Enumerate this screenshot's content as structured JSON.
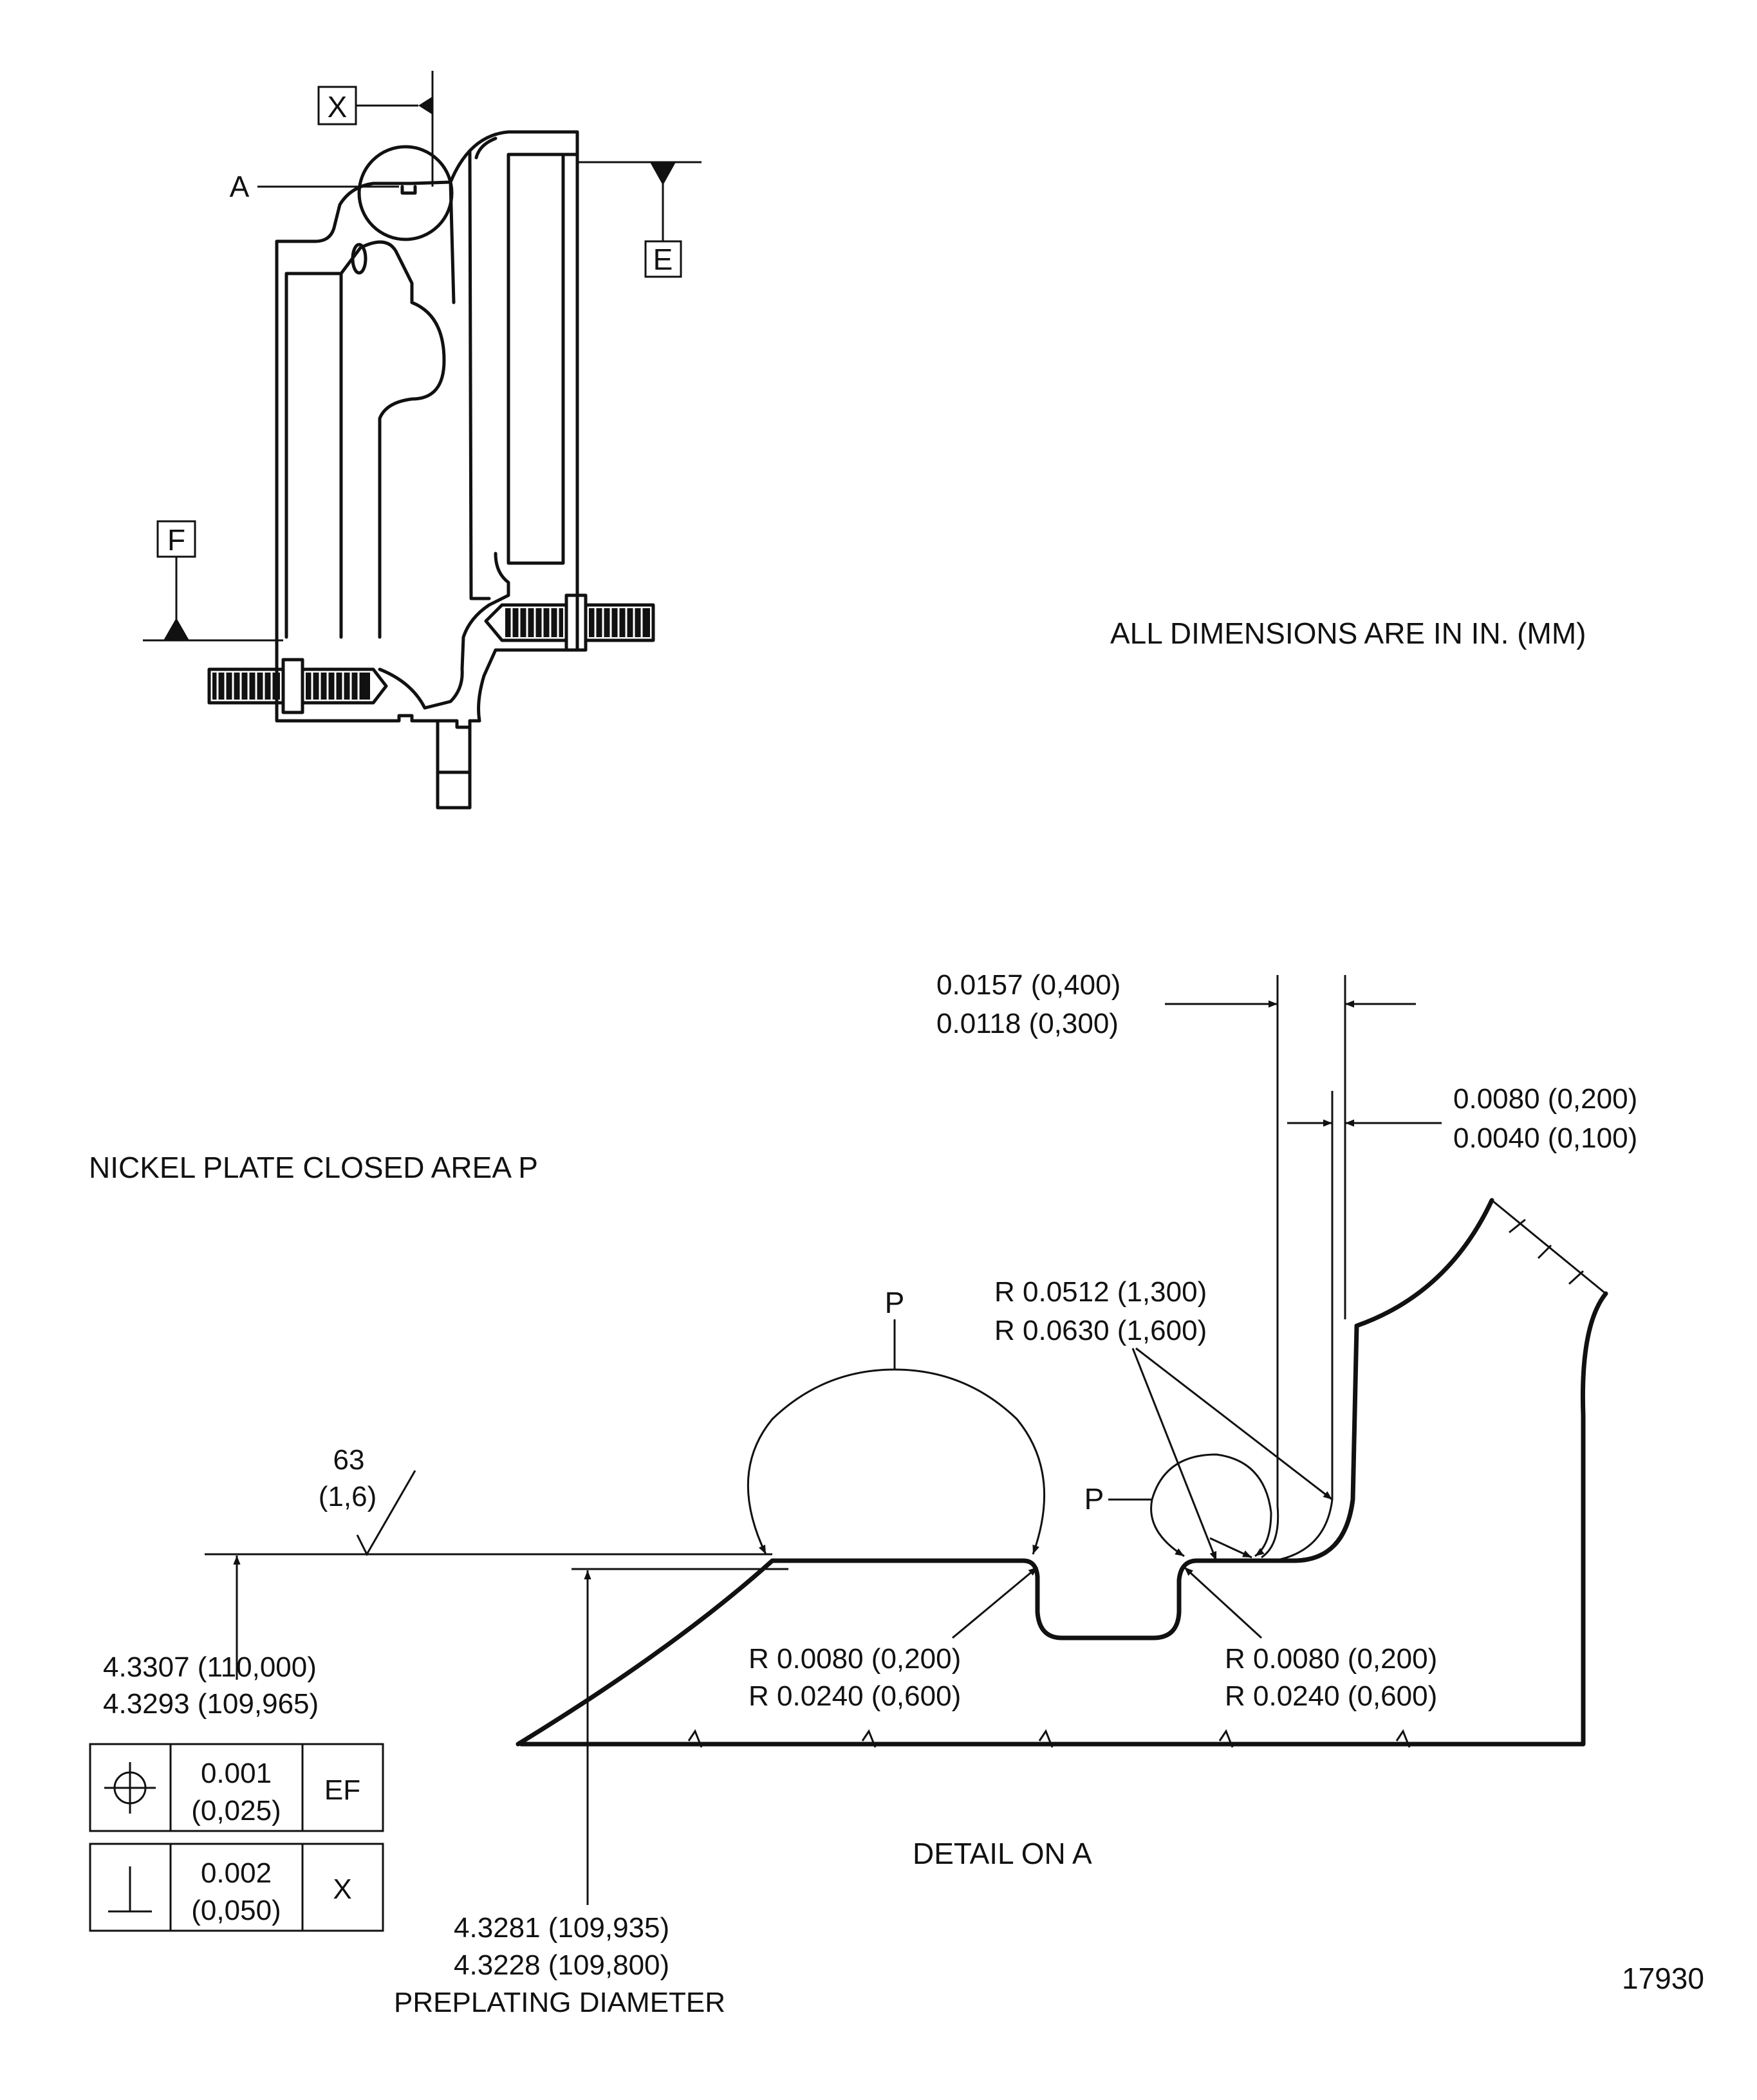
{
  "datums": {
    "x": "X",
    "a": "A",
    "e": "E",
    "f": "F"
  },
  "notes": {
    "units": "ALL DIMENSIONS ARE IN IN. (MM)",
    "nickel_plate": "NICKEL PLATE CLOSED AREA P",
    "detail_title": "DETAIL ON A",
    "drawing_number": "17930"
  },
  "surface_finish": {
    "value": "63",
    "metric": "(1,6)"
  },
  "plated_areas": {
    "label_top": "P",
    "label_left": "P"
  },
  "dimensions": {
    "outer_diameter_max": "4.3307 (110,000)",
    "outer_diameter_min": "4.3293 (109,965)",
    "preplating_max": "4.3281 (109,935)",
    "preplating_min": "4.3228 (109,800)",
    "preplating_label": "PREPLATING DIAMETER",
    "wall_max": "0.0157 (0,400)",
    "wall_min": "0.0118 (0,300)",
    "step_max": "0.0080 (0,200)",
    "step_min": "0.0040 (0,100)",
    "radius_big_1": "R 0.0512 (1,300)",
    "radius_big_2": "R 0.0630 (1,600)",
    "radius_left_1": "R 0.0080 (0,200)",
    "radius_left_2": "R 0.0240 (0,600)",
    "radius_right_1": "R 0.0080 (0,200)",
    "radius_right_2": "R 0.0240 (0,600)"
  },
  "tolerance_frames": [
    {
      "symbol": "position-icon",
      "tol_in": "0.001",
      "tol_mm": "(0,025)",
      "datum": "EF"
    },
    {
      "symbol": "perpendicularity-icon",
      "tol_in": "0.002",
      "tol_mm": "(0,050)",
      "datum": "X"
    }
  ]
}
